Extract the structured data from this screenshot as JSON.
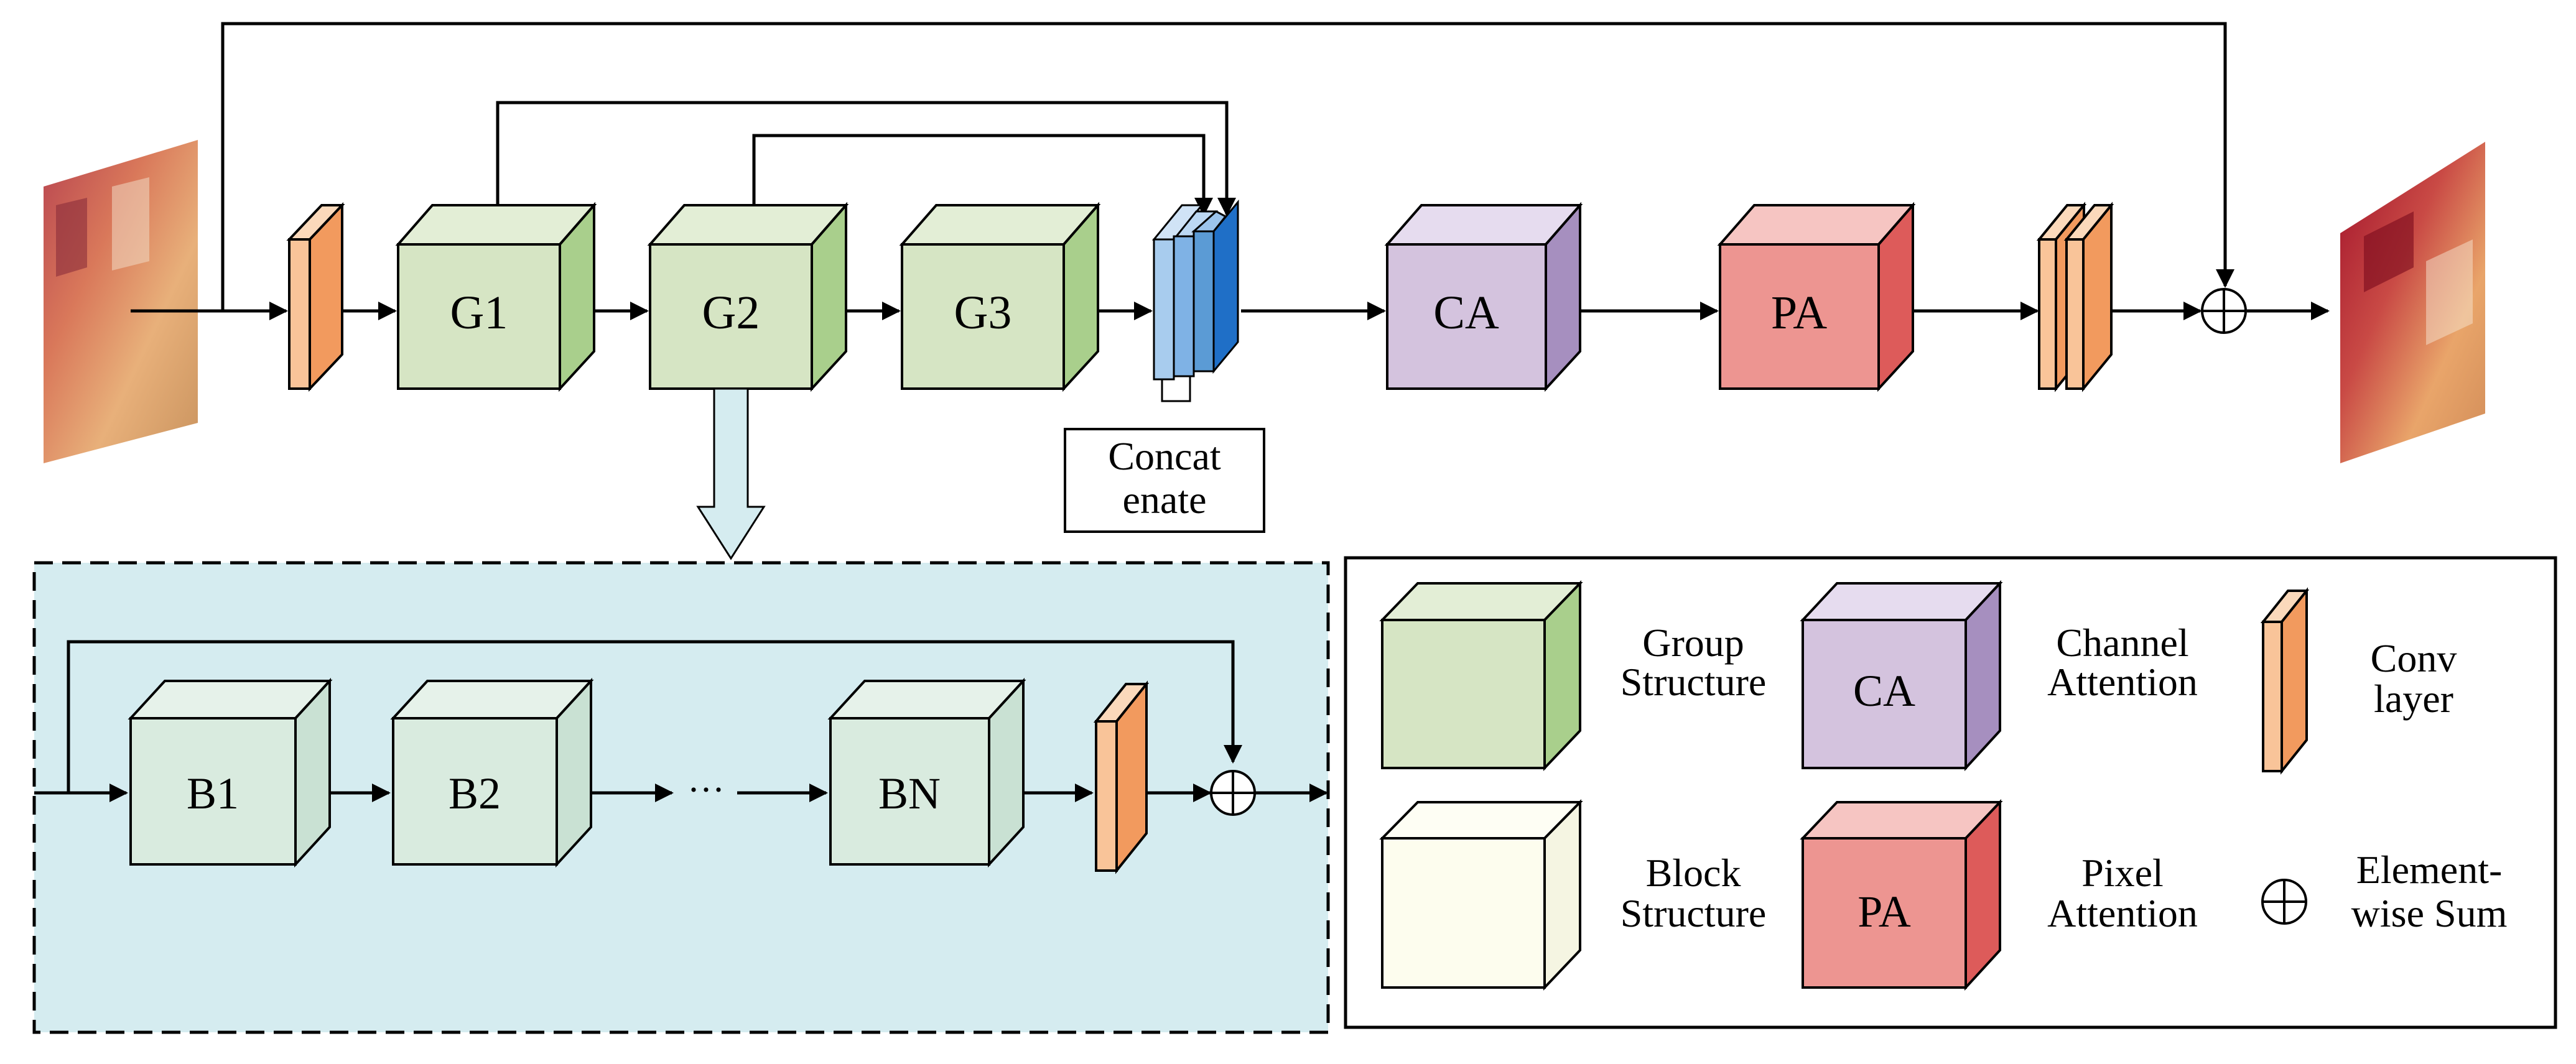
{
  "blocks": {
    "g1": "G1",
    "g2": "G2",
    "g3": "G3",
    "ca": "CA",
    "pa": "PA",
    "b1": "B1",
    "b2": "B2",
    "bn": "BN"
  },
  "concat": {
    "line1": "Concat",
    "line2": "enate"
  },
  "ellipsis": "···",
  "legend": {
    "group": {
      "line1": "Group",
      "line2": "Structure"
    },
    "channel": {
      "line1": "Channel",
      "line2": "Attention"
    },
    "conv": {
      "line1": "Conv",
      "line2": "layer"
    },
    "block": {
      "line1": "Block",
      "line2": "Structure"
    },
    "pixel": {
      "line1": "Pixel",
      "line2": "Attention"
    },
    "sum": {
      "line1": "Element-",
      "line2": "wise Sum"
    },
    "ca_box": "CA",
    "pa_box": "PA"
  },
  "colors": {
    "group_front": "#d6e5c4",
    "group_top": "#e3eed6",
    "group_side": "#a9cf8c",
    "ca_front": "#d4c3de",
    "ca_top": "#e6dcef",
    "ca_side": "#a68fbf",
    "pa_front": "#ed9591",
    "pa_top": "#f6c5c2",
    "pa_side": "#dd5b5a",
    "conv_front": "#f9c499",
    "conv_side": "#f29a5e",
    "block_front": "#d9ebdf",
    "block_top": "#e6f2ea",
    "block_side": "#c9e1d3",
    "legend_block_front": "#fdfdee",
    "dashed_panel": "#d5ecf0",
    "concat_light": "#a8ccee",
    "concat_mid": "#5b9bd5",
    "concat_dark": "#1f6fc7"
  }
}
